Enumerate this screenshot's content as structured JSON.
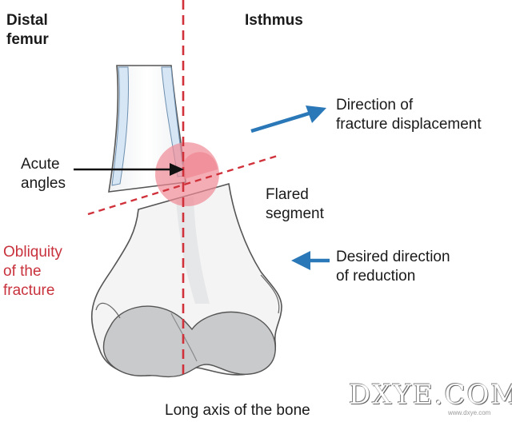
{
  "labels": {
    "distal_femur": "Distal\nfemur",
    "isthmus": "Isthmus",
    "direction_displacement": "Direction of\nfracture displacement",
    "acute_angles": "Acute\nangles",
    "flared_segment": "Flared\nsegment",
    "obliquity": "Obliquity\nof the\nfracture",
    "desired_direction": "Desired direction\nof reduction",
    "long_axis": "Long axis of the bone"
  },
  "watermark": {
    "text": "DXYE.COM",
    "sub": "www.dxye.com"
  },
  "colors": {
    "axis_red": "#d0313a",
    "obliquity_red": "#c8323c",
    "arrow_blue": "#2a78b8",
    "bone_outline": "#555555",
    "bone_fill": "#f4f4f4",
    "condyle_gray": "#c9cacb",
    "shaft_blue": "#d6e6f4",
    "overlap_pink": "#f08a95"
  }
}
